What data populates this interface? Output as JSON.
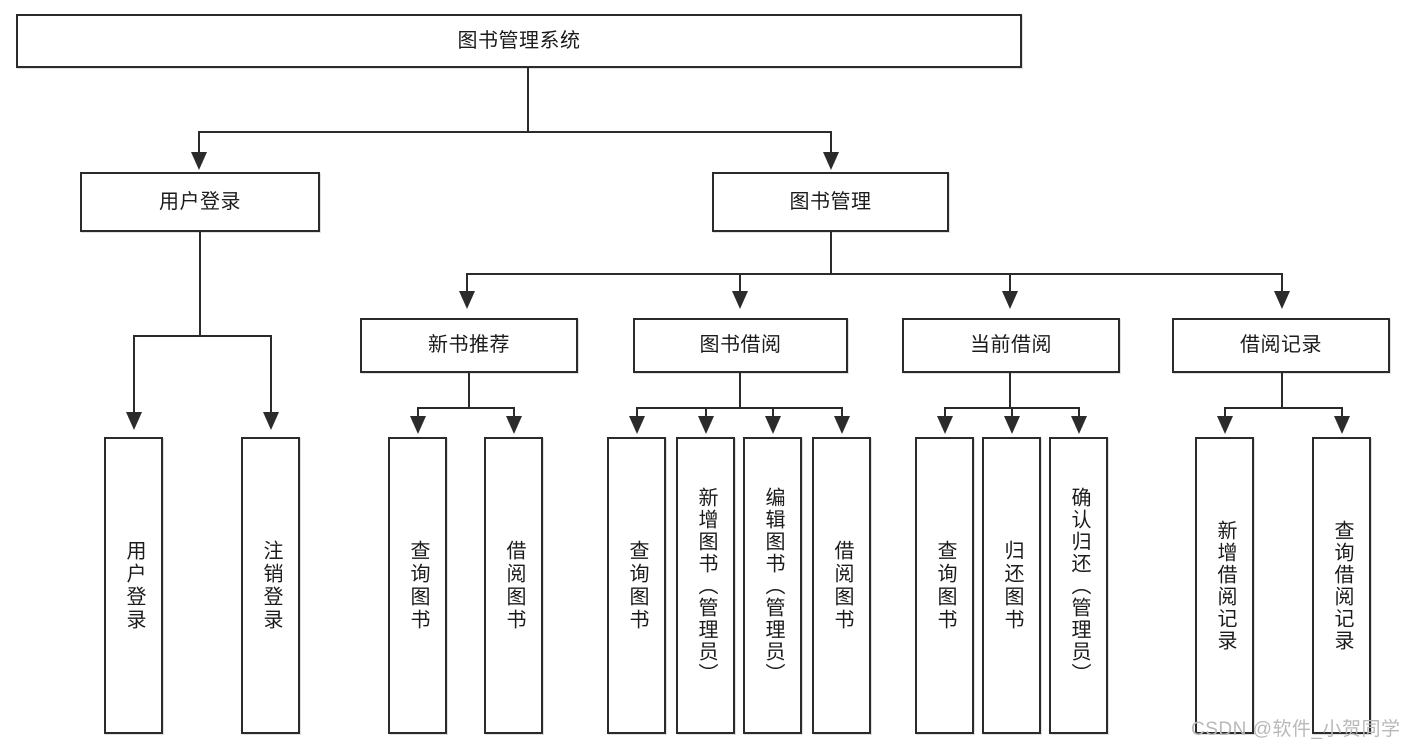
{
  "diagram": {
    "title": "图书管理系统",
    "watermark": "CSDN @软件_小贺同学",
    "root": {
      "label": "图书管理系统"
    },
    "level2": [
      {
        "label": "用户登录"
      },
      {
        "label": "图书管理"
      }
    ],
    "level3": [
      {
        "label": "新书推荐"
      },
      {
        "label": "图书借阅"
      },
      {
        "label": "当前借阅"
      },
      {
        "label": "借阅记录"
      }
    ],
    "leaves": {
      "user_login": [
        {
          "label": "用户登录"
        },
        {
          "label": "注销登录"
        }
      ],
      "new_book": [
        {
          "label": "查询图书"
        },
        {
          "label": "借阅图书"
        }
      ],
      "book_borrow": [
        {
          "label": "查询图书"
        },
        {
          "label": "新增图书（管理员）"
        },
        {
          "label": "编辑图书（管理员）"
        },
        {
          "label": "借阅图书"
        }
      ],
      "current_borrow": [
        {
          "label": "查询图书"
        },
        {
          "label": "归还图书"
        },
        {
          "label": "确认归还（管理员）"
        }
      ],
      "borrow_record": [
        {
          "label": "新增借阅记录"
        },
        {
          "label": "查询借阅记录"
        }
      ]
    },
    "colors": {
      "stroke": "#2b2b2b",
      "fill": "#ffffff",
      "text": "#1b1b1b",
      "watermark": "#b9b9b9"
    }
  }
}
